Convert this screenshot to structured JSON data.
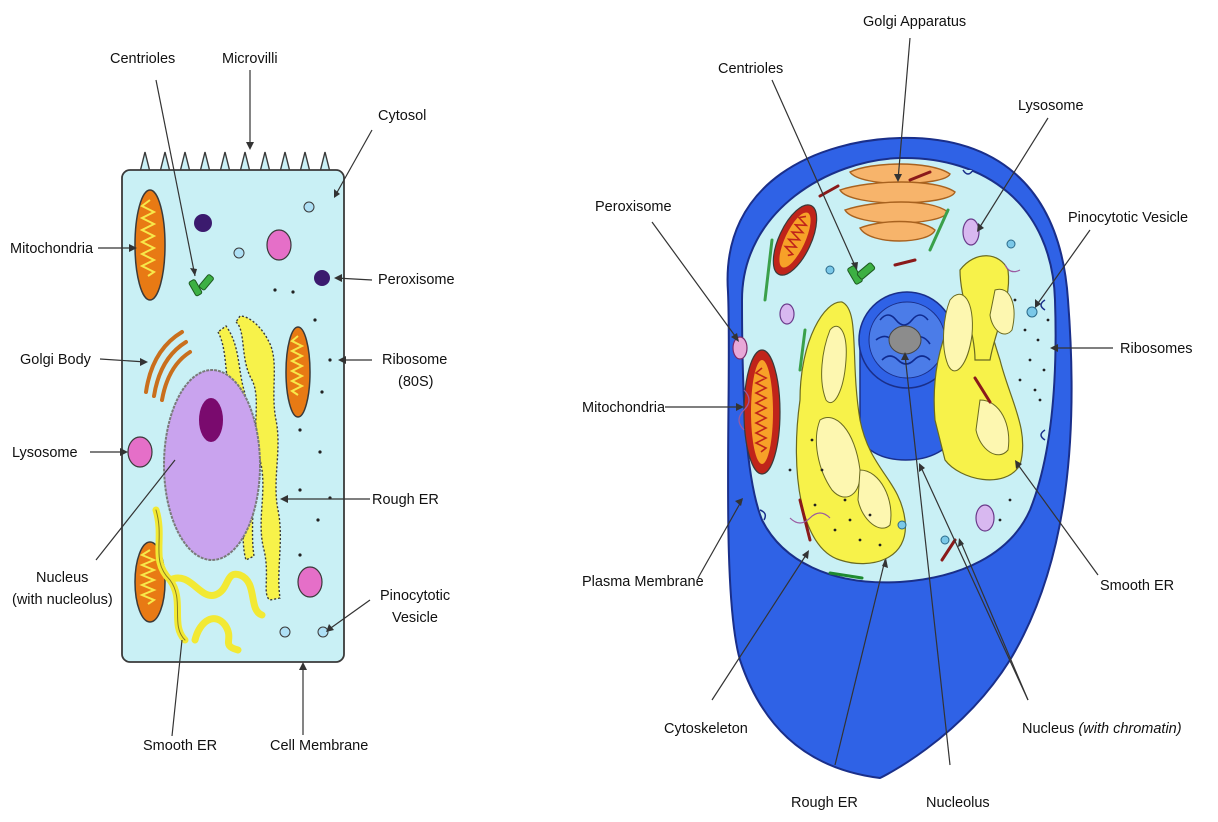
{
  "left_diagram": {
    "labels": {
      "centrioles": "Centrioles",
      "microvilli": "Microvilli",
      "cytosol": "Cytosol",
      "mitochondria": "Mitochondria",
      "peroxisome": "Peroxisome",
      "golgi_body": "Golgi Body",
      "ribosome_line1": "Ribosome",
      "ribosome_line2": "(80S)",
      "lysosome": "Lysosome",
      "rough_er": "Rough ER",
      "nucleus_line1": "Nucleus",
      "nucleus_line2": "(with nucleolus)",
      "pinocytotic_line1": "Pinocytotic",
      "pinocytotic_line2": "Vesicle",
      "smooth_er": "Smooth ER",
      "cell_membrane": "Cell Membrane"
    }
  },
  "right_diagram": {
    "labels": {
      "golgi_apparatus": "Golgi Apparatus",
      "centrioles": "Centrioles",
      "lysosome": "Lysosome",
      "peroxisome": "Peroxisome",
      "pinocytotic_vesicle": "Pinocytotic Vesicle",
      "ribosomes": "Ribosomes",
      "mitochondria": "Mitochondria",
      "plasma_membrane": "Plasma Membrane",
      "smooth_er": "Smooth ER",
      "cytoskeleton": "Cytoskeleton",
      "nucleus": "Nucleus",
      "nucleus_suffix": "(with chromatin)",
      "rough_er": "Rough ER",
      "nucleolus": "Nucleolus"
    }
  },
  "colors": {
    "cytoplasm": "#c9f0f5",
    "outline": "#3a3a3a",
    "membrane_blue": "#2f62e6",
    "membrane_dark": "#1f3fb8",
    "nucleus_purple": "#c9a3ee",
    "nucleolus": "#7a0a6e",
    "mito_orange": "#e87a14",
    "mito_red": "#c0241a",
    "er_yellow": "#f7f24a",
    "lysosome_pink": "#e56fc8",
    "peroxisome_purple": "#3b1a6e",
    "golgi_orange": "#f7b46b",
    "centriole_green": "#3cb043"
  }
}
